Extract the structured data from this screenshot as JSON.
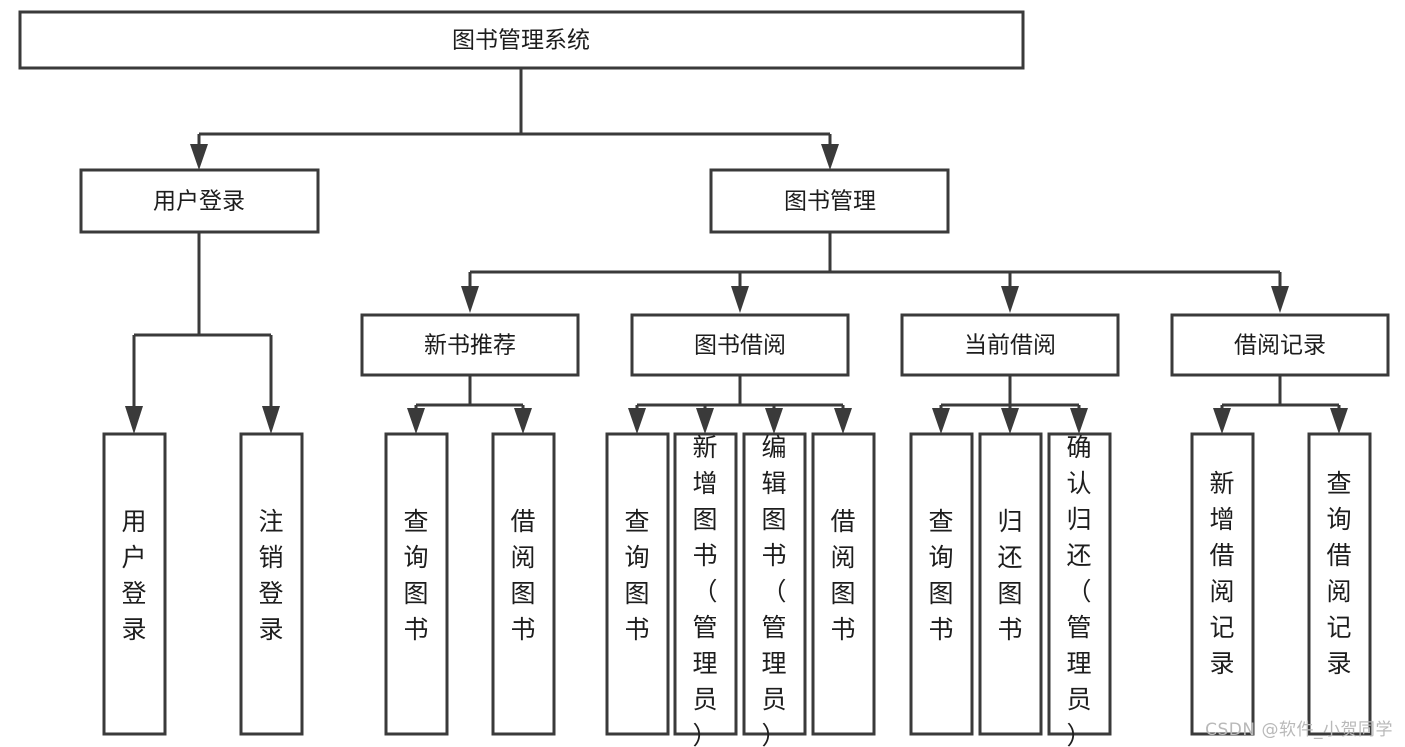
{
  "diagram": {
    "type": "tree",
    "orientation": "top-down",
    "root": {
      "id": "root",
      "label": "图书管理系统"
    },
    "level1": [
      {
        "id": "user-login",
        "label": "用户登录"
      },
      {
        "id": "book-manage",
        "label": "图书管理"
      }
    ],
    "level2": [
      {
        "id": "new-book-recommend",
        "label": "新书推荐",
        "parent": "book-manage"
      },
      {
        "id": "book-borrow",
        "label": "图书借阅",
        "parent": "book-manage"
      },
      {
        "id": "current-borrow",
        "label": "当前借阅",
        "parent": "book-manage"
      },
      {
        "id": "borrow-record",
        "label": "借阅记录",
        "parent": "book-manage"
      }
    ],
    "leaves": [
      {
        "id": "leaf-user-login",
        "label": "用户登录",
        "parent": "user-login"
      },
      {
        "id": "leaf-user-logout",
        "label": "注销登录",
        "parent": "user-login"
      },
      {
        "id": "leaf-query-book-1",
        "label": "查询图书",
        "parent": "new-book-recommend"
      },
      {
        "id": "leaf-borrow-book-1",
        "label": "借阅图书",
        "parent": "new-book-recommend"
      },
      {
        "id": "leaf-query-book-2",
        "label": "查询图书",
        "parent": "book-borrow"
      },
      {
        "id": "leaf-add-book",
        "label": "新增图书（管理员）",
        "parent": "book-borrow"
      },
      {
        "id": "leaf-edit-book",
        "label": "编辑图书（管理员）",
        "parent": "book-borrow"
      },
      {
        "id": "leaf-borrow-book-2",
        "label": "借阅图书",
        "parent": "book-borrow"
      },
      {
        "id": "leaf-query-book-3",
        "label": "查询图书",
        "parent": "current-borrow"
      },
      {
        "id": "leaf-return-book",
        "label": "归还图书",
        "parent": "current-borrow"
      },
      {
        "id": "leaf-confirm-return",
        "label": "确认归还（管理员）",
        "parent": "current-borrow"
      },
      {
        "id": "leaf-add-record",
        "label": "新增借阅记录",
        "parent": "borrow-record"
      },
      {
        "id": "leaf-query-record",
        "label": "查询借阅记录",
        "parent": "borrow-record"
      }
    ]
  },
  "watermark": {
    "text": "CSDN @软件_小贺同学"
  },
  "colors": {
    "background": "#ffffff",
    "box_fill": "#ffffff",
    "box_stroke": "#3a3a3a",
    "text": "#1d1d1d",
    "watermark": "#b9b9b9"
  }
}
